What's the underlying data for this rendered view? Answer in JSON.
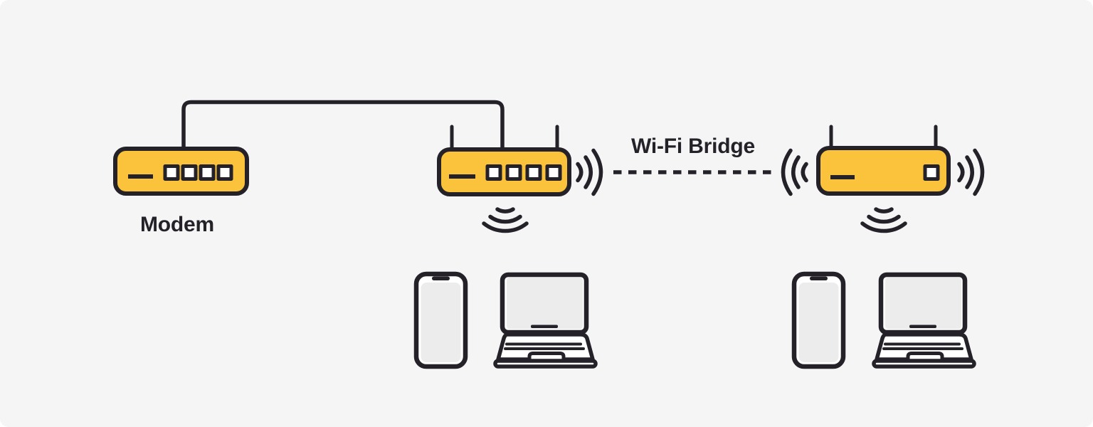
{
  "canvas": {
    "background": "#f5f5f6"
  },
  "colors": {
    "outline": "#242128",
    "hardware_fill": "#fbc33c",
    "screen_fill": "#ececec",
    "chassis_fill": "#ffffff"
  },
  "labels": {
    "modem": "Modem",
    "wifi_bridge": "Wi-Fi Bridge"
  },
  "structure": {
    "nodes": [
      {
        "id": "modem",
        "kind": "modem",
        "label": "Modem",
        "ports": 4
      },
      {
        "id": "router-main",
        "kind": "wifi-router",
        "ports": 4,
        "antennas": 2
      },
      {
        "id": "router-bridge",
        "kind": "wifi-router",
        "ports": 1,
        "antennas": 2
      },
      {
        "id": "clients-main",
        "kind": "client-devices",
        "devices": [
          "phone",
          "laptop"
        ]
      },
      {
        "id": "clients-bridge",
        "kind": "client-devices",
        "devices": [
          "phone",
          "laptop"
        ]
      }
    ],
    "links": [
      {
        "from": "modem",
        "to": "router-main",
        "type": "ethernet-cable",
        "style": "solid"
      },
      {
        "from": "router-main",
        "to": "router-bridge",
        "type": "wireless",
        "style": "dashed",
        "label": "Wi-Fi Bridge"
      },
      {
        "from": "router-main",
        "to": "clients-main",
        "type": "wifi-broadcast"
      },
      {
        "from": "router-bridge",
        "to": "clients-bridge",
        "type": "wifi-broadcast"
      }
    ]
  }
}
